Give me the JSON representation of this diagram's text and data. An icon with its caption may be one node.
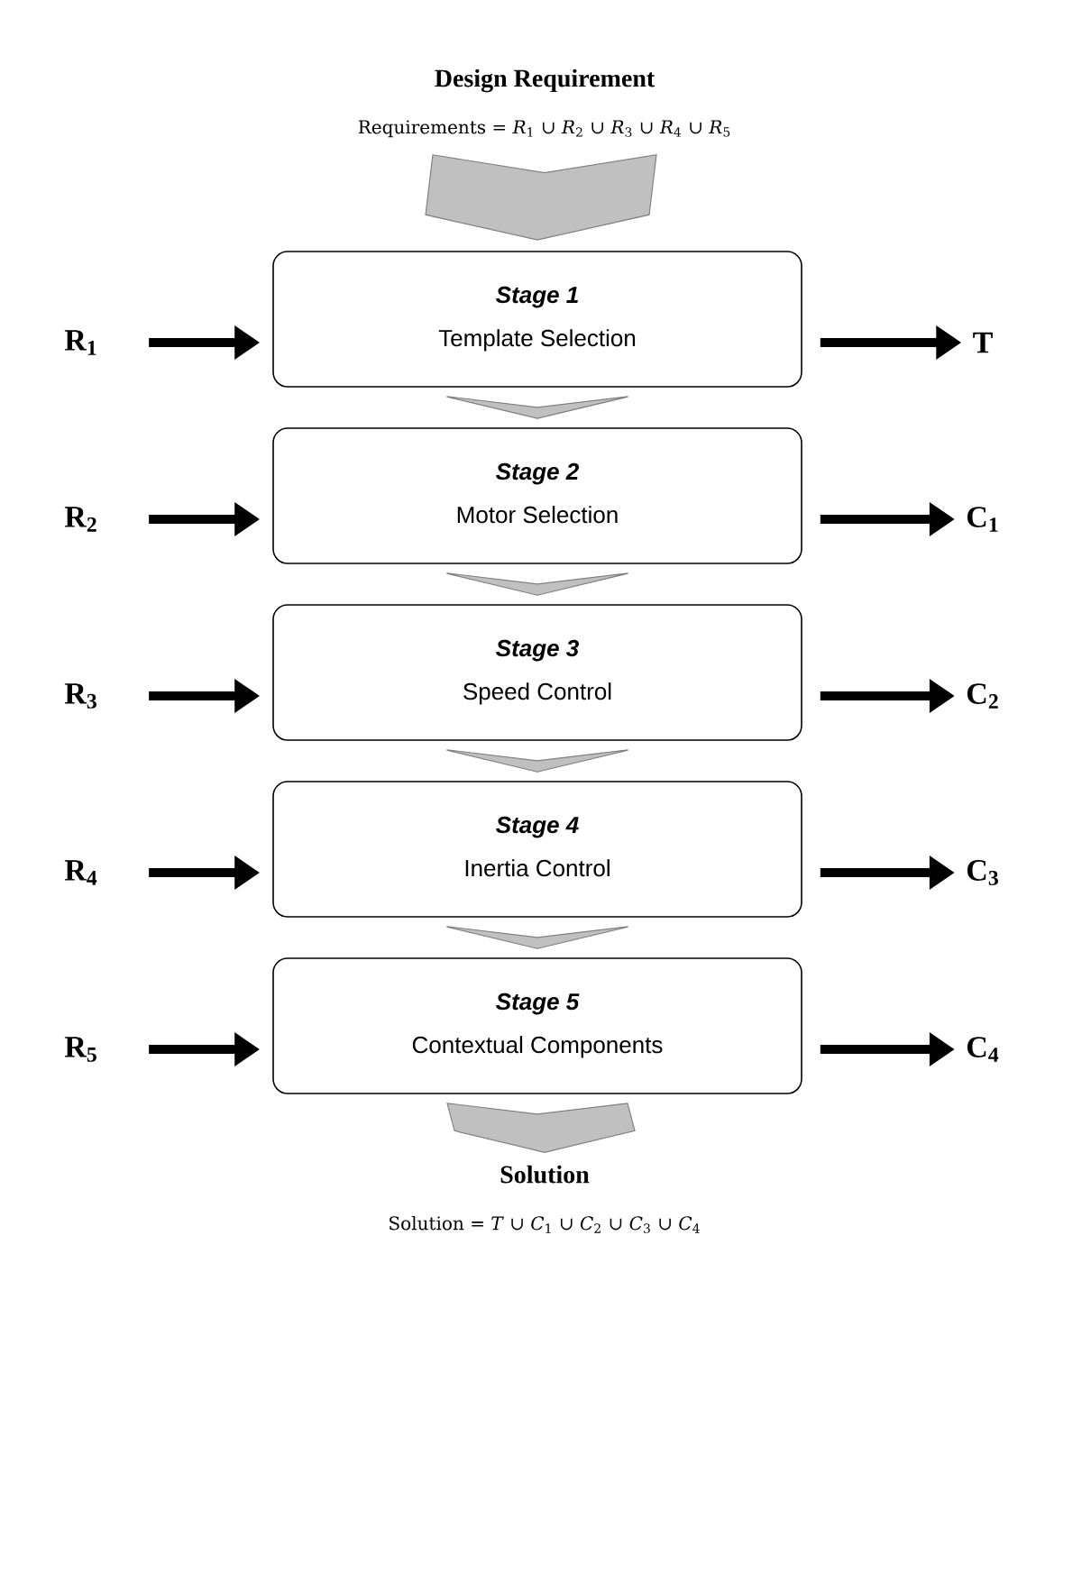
{
  "diagram": {
    "nodes": [
      {
        "text": [
          "Design Requirement",
          "Requirements = *R*$_{1}$ ∪ *R*$_{2}$ ∪ *R*$_{3}$ ∪ *R*$_{4}$ ∪ *R*$_{5}$"
        ]
      },
      {
        "text": [
          "Stage 1",
          "Template Selection"
        ]
      },
      {
        "text": [
          "Stage 2",
          "Motor Selection"
        ]
      },
      {
        "text": [
          "Stage 3",
          "Speed Control"
        ]
      },
      {
        "text": [
          "Stage 4",
          "Inertia Control"
        ]
      },
      {
        "text": [
          "Stage 5",
          "Contextual Components"
        ]
      },
      {
        "text": [
          "Solution",
          "Solution = *T* ∪ *C*$_{1}$ ∪ *C*$_{2}$ ∪ *C*$_{3}$ ∪ *C*$_{4}$"
        ]
      },
      {
        "text": [
          "R$_{1}$"
        ]
      },
      {
        "text": [
          "R$_{2}$"
        ]
      },
      {
        "text": [
          "R$_{3}$"
        ]
      },
      {
        "text": [
          "R$_{4}$"
        ]
      },
      {
        "text": [
          "R$_{5}$"
        ]
      },
      {
        "text": [
          "T"
        ]
      },
      {
        "text": [
          "C$_{1}$"
        ]
      },
      {
        "text": [
          "C$_{2}$"
        ]
      },
      {
        "text": [
          "C$_{3}$"
        ]
      },
      {
        "text": [
          "C$_{4}$"
        ]
      }
    ],
    "edges": [
      {
        "from": 0,
        "to": 1,
        "arrow": "to",
        "color": "#c0c0c0"
      },
      {
        "from": 1,
        "to": 2,
        "arrow": "to",
        "color": "#c0c0c0"
      },
      {
        "from": 2,
        "to": 3,
        "arrow": "to",
        "color": "#c0c0c0"
      },
      {
        "from": 3,
        "to": 4,
        "arrow": "to",
        "color": "#c0c0c0"
      },
      {
        "from": 4,
        "to": 5,
        "arrow": "to",
        "color": "#c0c0c0"
      },
      {
        "from": 5,
        "to": 6,
        "arrow": "to",
        "color": "#c0c0c0"
      },
      {
        "from": 7,
        "to": 1,
        "arrow": "to"
      },
      {
        "from": 8,
        "to": 2,
        "arrow": "to"
      },
      {
        "from": 9,
        "to": 3,
        "arrow": "to"
      },
      {
        "from": 10,
        "to": 4,
        "arrow": "to"
      },
      {
        "from": 11,
        "to": 5,
        "arrow": "to"
      },
      {
        "from": 1,
        "to": 12,
        "arrow": "to"
      },
      {
        "from": 2,
        "to": 13,
        "arrow": "to"
      },
      {
        "from": 3,
        "to": 14,
        "arrow": "to"
      },
      {
        "from": 4,
        "to": 15,
        "arrow": "to"
      },
      {
        "from": 5,
        "to": 16,
        "arrow": "to"
      }
    ]
  }
}
